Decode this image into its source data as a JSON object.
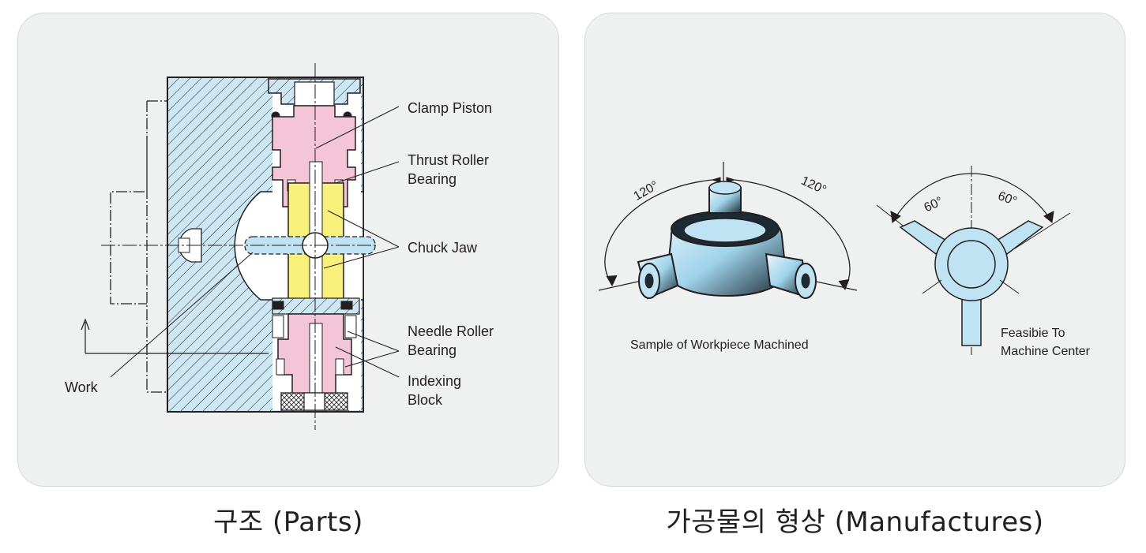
{
  "colors": {
    "panel": "#eff0f0",
    "body_fill": "#cde8f4",
    "piston": "#f4c5d6",
    "jaw": "#f7f07a",
    "line": "#231f20",
    "workpiece": "#bfe3f2"
  },
  "parts_panel": {
    "caption": "구조 (Parts)",
    "labels": {
      "clamp_piston": "Clamp Piston",
      "thrust_1": "Thrust Roller",
      "thrust_2": "Bearing",
      "chuck_jaw": "Chuck Jaw",
      "needle_1": "Needle Roller",
      "needle_2": "Bearing",
      "indexing_1": "Indexing",
      "indexing_2": "Block",
      "work": "Work"
    }
  },
  "manufactures_panel": {
    "caption": "가공물의 형상 (Manufactures)",
    "angles": {
      "left": "120°",
      "right": "120°",
      "small_left": "60°",
      "small_right": "60°"
    },
    "sample_label": "Sample of Workpiece Machined",
    "center_1": "Feasibie To",
    "center_2": "Machine Center"
  }
}
